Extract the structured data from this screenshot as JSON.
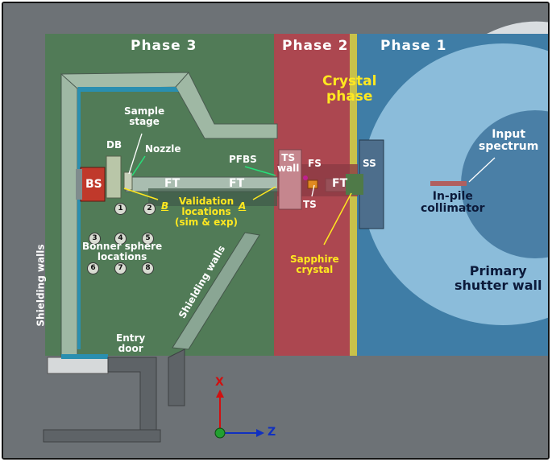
{
  "phases": {
    "phase3": "Phase 3",
    "phase2": "Phase 2",
    "phase1": "Phase 1"
  },
  "crystal_phase": [
    "Crystal",
    "phase"
  ],
  "labels": {
    "sample_stage": [
      "Sample",
      "stage"
    ],
    "db": "DB",
    "nozzle": "Nozzle",
    "bs": "BS",
    "ft": "FT",
    "pfbs": "PFBS",
    "ts_wall": [
      "TS",
      "wall"
    ],
    "fs": "FS",
    "ts": "TS",
    "ss": "SS",
    "a": "A",
    "b": "B",
    "validation": [
      "Validation",
      "locations",
      "(sim & exp)"
    ],
    "bonner": [
      "Bonner sphere",
      "locations"
    ],
    "input_spectrum": [
      "Input",
      "spectrum"
    ],
    "inpile": [
      "In-pile",
      "collimator"
    ],
    "primary_shutter": [
      "Primary",
      "shutter wall"
    ],
    "sapphire": [
      "Sapphire",
      "crystal"
    ],
    "shielding_left": "Shielding walls",
    "shielding_diag": "Shielding walls",
    "entry_door": [
      "Entry",
      "door"
    ],
    "axis_x": "X",
    "axis_z": "Z"
  },
  "bonner_points": [
    "1",
    "2",
    "3",
    "4",
    "5",
    "6",
    "7",
    "8"
  ],
  "colors": {
    "phase3": "#4e7a52",
    "phase2": "#b8434d",
    "phase1": "#3f7ea8",
    "crystal_strip": "#c9c24a",
    "label_yellow": "#ffe820",
    "arrow_green": "#27e07a",
    "axis_x": "#d01010",
    "axis_z": "#1030c0"
  }
}
